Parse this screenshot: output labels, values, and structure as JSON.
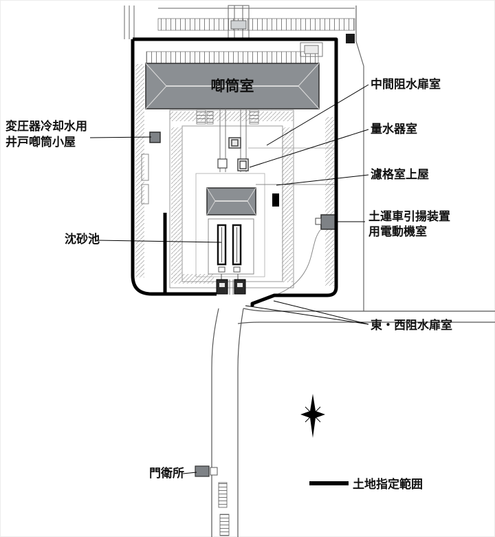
{
  "labels": {
    "pump_room": "喞筒室",
    "intermediate_sluice": "中間阻水扉室",
    "water_meter_room": "量水器室",
    "screen_room": "濾格室上屋",
    "hauling_motor_room_1": "土運車引揚装置",
    "hauling_motor_room_2": "用電動機室",
    "transformer_well_1": "変圧器冷却水用",
    "transformer_well_2": "井戸喞筒小屋",
    "settling_basin": "沈砂池",
    "east_west_sluice": "東・西阻水扉室",
    "gatehouse": "門衛所"
  },
  "legend": {
    "label": "土地指定範囲"
  },
  "colors": {
    "boundary": "#000000",
    "building": "#8b8f93",
    "building_small": "#7e8286",
    "line": "#555555",
    "hatch": "#b9b9b9",
    "background": "#ffffff"
  }
}
